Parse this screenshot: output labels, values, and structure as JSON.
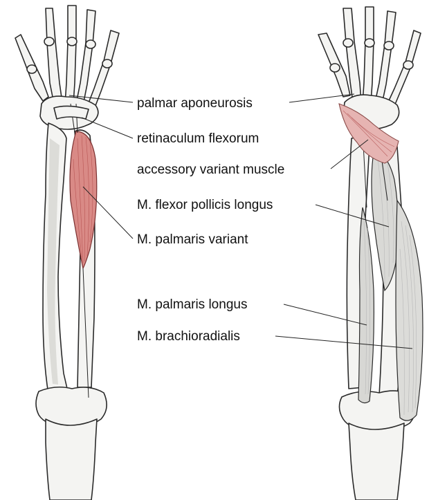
{
  "labels": {
    "palmar_aponeurosis": "palmar aponeurosis",
    "retinaculum_flexorum": "retinaculum flexorum",
    "accessory_variant_muscle": "accessory variant muscle",
    "flexor_pollicis_longus": "M. flexor pollicis longus",
    "palmaris_variant": "M. palmaris variant",
    "palmaris_longus": "M. palmaris longus",
    "brachioradialis": "M. brachioradialis"
  },
  "colors": {
    "variant_muscle": "#d98a86",
    "accessory_muscle": "#e6b4b2",
    "normal_muscle": "#d9d9d6",
    "bone": "#f4f4f2",
    "outline": "#2a2a2a"
  }
}
